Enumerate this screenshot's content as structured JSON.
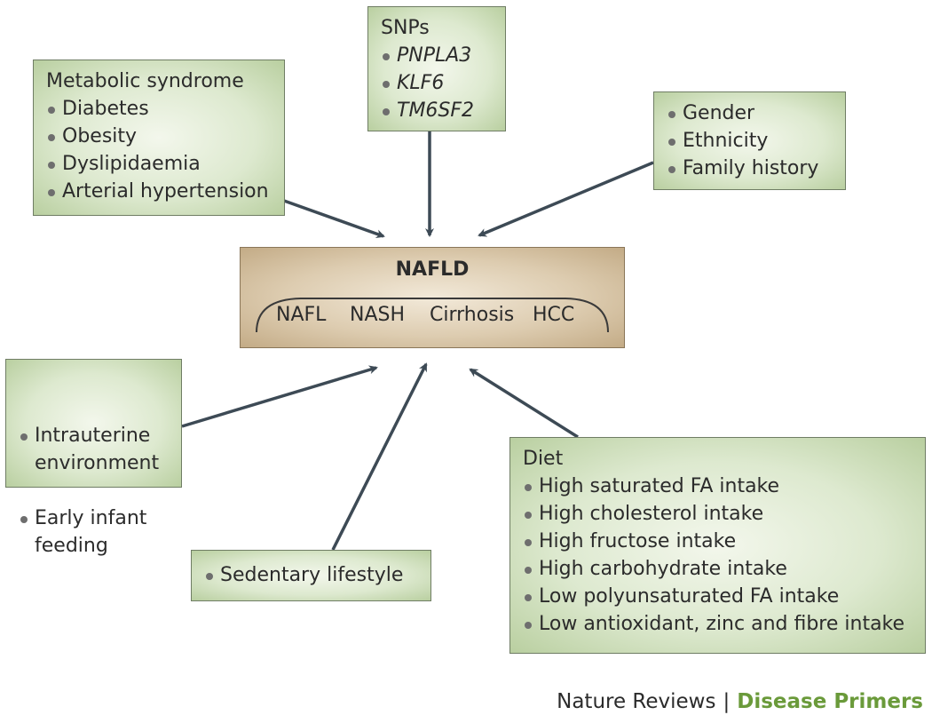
{
  "boxes": {
    "metabolic": {
      "heading": "Metabolic syndrome",
      "items": [
        "Diabetes",
        "Obesity",
        "Dyslipidaemia",
        "Arterial hypertension"
      ]
    },
    "snps": {
      "heading": "SNPs",
      "items": [
        "PNPLA3",
        "KLF6",
        "TM6SF2"
      ]
    },
    "demographic": {
      "items": [
        "Gender",
        "Ethnicity",
        "Family history"
      ]
    },
    "early_life": {
      "items": [
        "Intrauterine\nenvironment",
        "Early infant\nfeeding"
      ]
    },
    "lifestyle": {
      "items": [
        "Sedentary lifestyle"
      ]
    },
    "diet": {
      "heading": "Diet",
      "items": [
        "High saturated FA intake",
        "High cholesterol intake",
        "High fructose intake",
        "High carbohydrate intake",
        "Low polyunsaturated FA intake",
        "Low antioxidant, zinc and fibre intake"
      ]
    }
  },
  "center": {
    "title": "NAFLD",
    "stages": [
      "NAFL",
      "NASH",
      "Cirrhosis",
      "HCC"
    ]
  },
  "credit": {
    "publisher": "Nature Reviews",
    "separator": "|",
    "series": "Disease Primers"
  }
}
